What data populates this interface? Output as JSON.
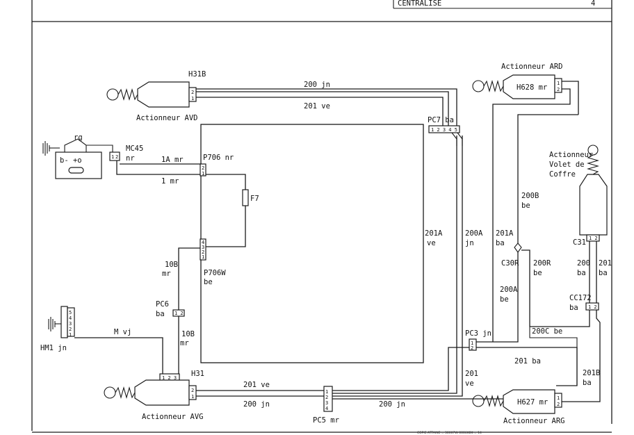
{
  "header": {
    "title": "CENTRALISE",
    "right_mark": "4"
  },
  "footer_note": "COPIE ATTAINE = 30007W 0006K8K = 14",
  "actuators": {
    "avd": {
      "code": "H31B",
      "name": "Actionneur AVD"
    },
    "ard": {
      "name": "Actionneur ARD",
      "code": "H628 mr"
    },
    "coffre": {
      "line1": "Actionneur",
      "line2": "Volet de",
      "line3": "Coffre",
      "code": "C31"
    },
    "avg": {
      "code": "H31",
      "name": "Actionneur AVG"
    },
    "arg": {
      "code": "H627 mr",
      "name": "Actionneur ARG"
    }
  },
  "battery": {
    "label": "rg",
    "terminals": "b- +o"
  },
  "connectors": {
    "mc45": {
      "code": "MC45",
      "color": "nr"
    },
    "p706": {
      "label": "P706 nr"
    },
    "p706w": {
      "code": "P706W",
      "color": "be"
    },
    "pc7": {
      "label": "PC7 ba",
      "pins": [
        "1",
        "2",
        "3",
        "4",
        "5"
      ]
    },
    "pc6": {
      "code": "PC6",
      "color": "ba"
    },
    "pc3": {
      "label": "PC3 jn"
    },
    "pc5": {
      "label": "PC5 mr"
    },
    "c30r": {
      "label": "C30R"
    },
    "cc172": {
      "code": "CC172",
      "color": "ba"
    },
    "hm1": {
      "label": "HM1 jn",
      "pins": [
        "1",
        "2",
        "3",
        "4",
        "5"
      ]
    }
  },
  "fuse": {
    "label": "F7"
  },
  "wires": {
    "w200_top": "200 jn",
    "w201_top": "201 ve",
    "w1a": "1A mr",
    "w1": "1 mr",
    "w201a_code": "201A",
    "w201a_col": "ve",
    "w200a_code": "200A",
    "w200a_col": "jn",
    "w201a_b_code": "201A",
    "w201a_b_col": "ba",
    "w200b_code": "200B",
    "w200b_col": "be",
    "w200r_code": "200R",
    "w200r_col": "be",
    "w200a_b_code": "200A",
    "w200a_b_col": "be",
    "w200_r_code": "200",
    "w200_r_col": "ba",
    "w201_r_code": "201",
    "w201_r_col": "ba",
    "w200c": "200C be",
    "w201ba": "201 ba",
    "w201b_code": "201B",
    "w201b_col": "ba",
    "w201_pc3_code": "201",
    "w201_pc3_col": "ve",
    "w10b_code": "10B",
    "w10b_col": "mr",
    "w10b2_code": "10B",
    "w10b2_col": "mr",
    "wmvj": "M vj",
    "w201_bottom": "201 ve",
    "w200_bottom_left": "200 jn",
    "w200_bottom_right": "200 jn"
  }
}
